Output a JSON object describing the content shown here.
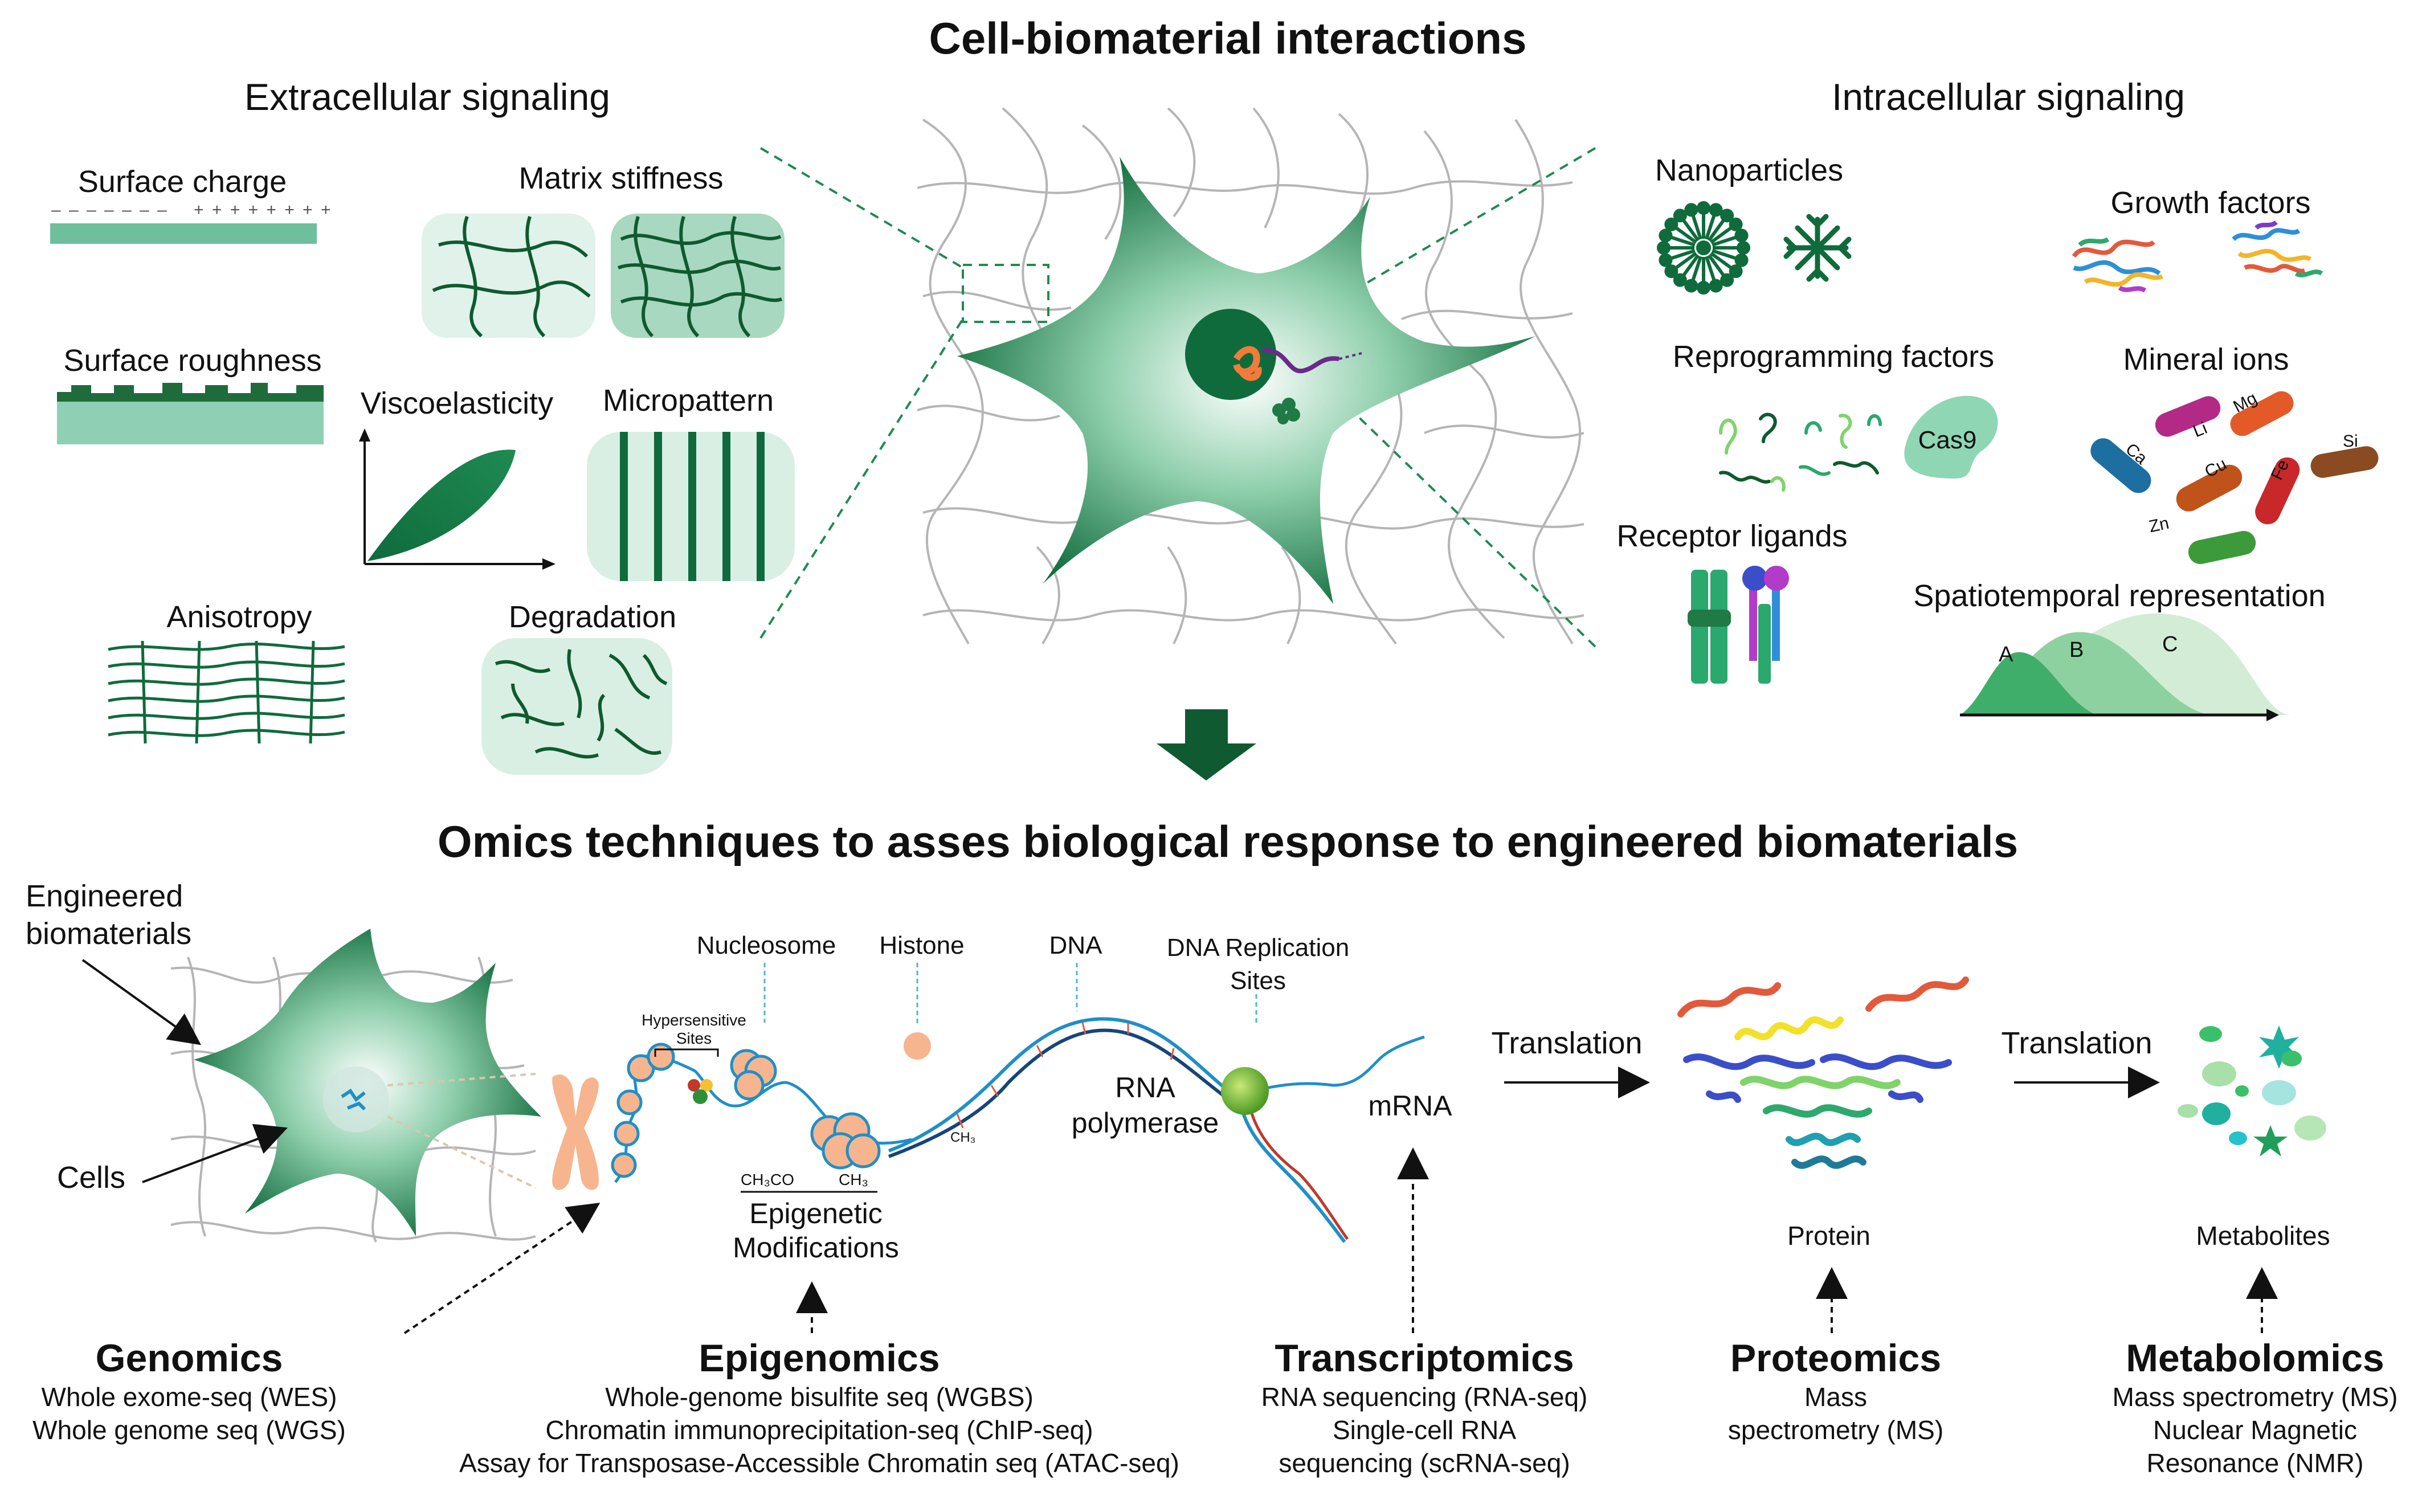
{
  "title": "Cell-biomaterial interactions",
  "subtitle": "Omics techniques to asses biological response to engineered biomaterials",
  "extracellular": {
    "heading": "Extracellular signaling",
    "surface_charge": "Surface charge",
    "charge_neg": "– – – – – – –",
    "charge_pos": "+ + + + + + + +",
    "matrix_stiffness": "Matrix stiffness",
    "surface_roughness": "Surface roughness",
    "viscoelasticity": "Viscoelasticity",
    "micropattern": "Micropattern",
    "anisotropy": "Anisotropy",
    "degradation": "Degradation"
  },
  "intracellular": {
    "heading": "Intracellular signaling",
    "nanoparticles": "Nanoparticles",
    "growth_factors": "Growth factors",
    "reprogramming_factors": "Reprogramming factors",
    "cas9": "Cas9",
    "mineral_ions": "Mineral ions",
    "ions": [
      "Li",
      "Mg",
      "Ca",
      "Cu",
      "Fe",
      "Si",
      "Zn"
    ],
    "receptor_ligands": "Receptor ligands",
    "spatiotemporal": "Spatiotemporal representation",
    "curves": [
      "A",
      "B",
      "C"
    ]
  },
  "pipeline": {
    "engineered_biomaterials": [
      "Engineered",
      "biomaterials"
    ],
    "cells": "Cells",
    "hypersensitive_sites": [
      "Hypersensitive",
      "Sites"
    ],
    "nucleosome": "Nucleosome",
    "histone": "Histone",
    "dna": "DNA",
    "dna_replication": [
      "DNA Replication",
      "Sites"
    ],
    "ch3co": "CH₃CO",
    "ch3": "CH₃",
    "ch3_small": "CH₃",
    "epigenetic_modifications": [
      "Epigenetic",
      "Modifications"
    ],
    "rna_polymerase": [
      "RNA",
      "polymerase"
    ],
    "mrna": "mRNA",
    "translation_1": "Translation",
    "translation_2": "Translation",
    "protein": "Protein",
    "metabolites": "Metabolites"
  },
  "omics": {
    "genomics": {
      "title": "Genomics",
      "lines": [
        "Whole exome-seq (WES)",
        "Whole genome seq (WGS)"
      ]
    },
    "epigenomics": {
      "title": "Epigenomics",
      "lines": [
        "Whole-genome bisulfite seq (WGBS)",
        "Chromatin immunoprecipitation-seq (ChIP-seq)",
        "Assay for Transposase-Accessible Chromatin seq (ATAC-seq)"
      ]
    },
    "transcriptomics": {
      "title": "Transcriptomics",
      "lines": [
        "RNA sequencing (RNA-seq)",
        "Single-cell RNA",
        "sequencing (scRNA-seq)"
      ]
    },
    "proteomics": {
      "title": "Proteomics",
      "lines": [
        "Mass",
        "spectrometry (MS)"
      ]
    },
    "metabolomics": {
      "title": "Metabolomics",
      "lines": [
        "Mass spectrometry (MS)",
        "Nuclear Magnetic",
        "Resonance (NMR)"
      ]
    }
  },
  "colors": {
    "dark_green": "#0f6b3c",
    "mid_green": "#2e9a62",
    "light_green": "#d8efe4",
    "peach": "#f6b58e",
    "blue": "#1f8fc9",
    "grid_gray": "#b5b5b5"
  }
}
